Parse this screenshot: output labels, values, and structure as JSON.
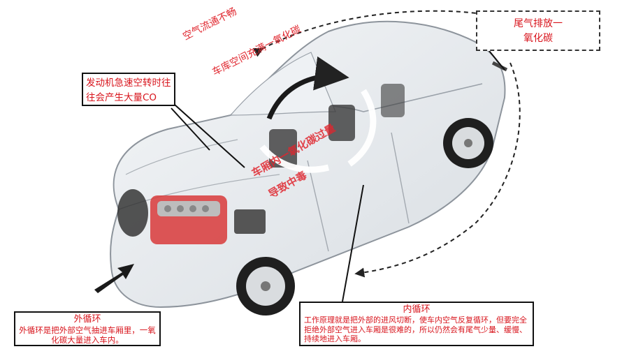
{
  "labels": {
    "engine_note": "发动机急速空转时往往会产生大量CO",
    "tail_note": "尾气排放一氧化碳",
    "airflow_line1": "空气流通不畅",
    "airflow_line2": "车库空间充满一氧化碳",
    "cabin_line1": "车厢内一氧化碳过量",
    "cabin_line2": "导致中毒",
    "outer_title": "外循环",
    "outer_body": "外循环是把外部空气抽进车厢里，一氧化碳大量进入车内。",
    "inner_title": "内循环",
    "inner_body": "工作原理就是把外部的进风切断，使车内空气反复循环，但要完全拒绝外部空气进入车厢是很难的，所以仍然会有尾气少量、缓慢、持续地进入车厢。"
  },
  "colors": {
    "text_red": "#e0262e",
    "box_border": "#111111",
    "car_body": "#c8ccd2",
    "engine_red": "#d83a3a",
    "arrow_dark": "#1a1a1a"
  }
}
